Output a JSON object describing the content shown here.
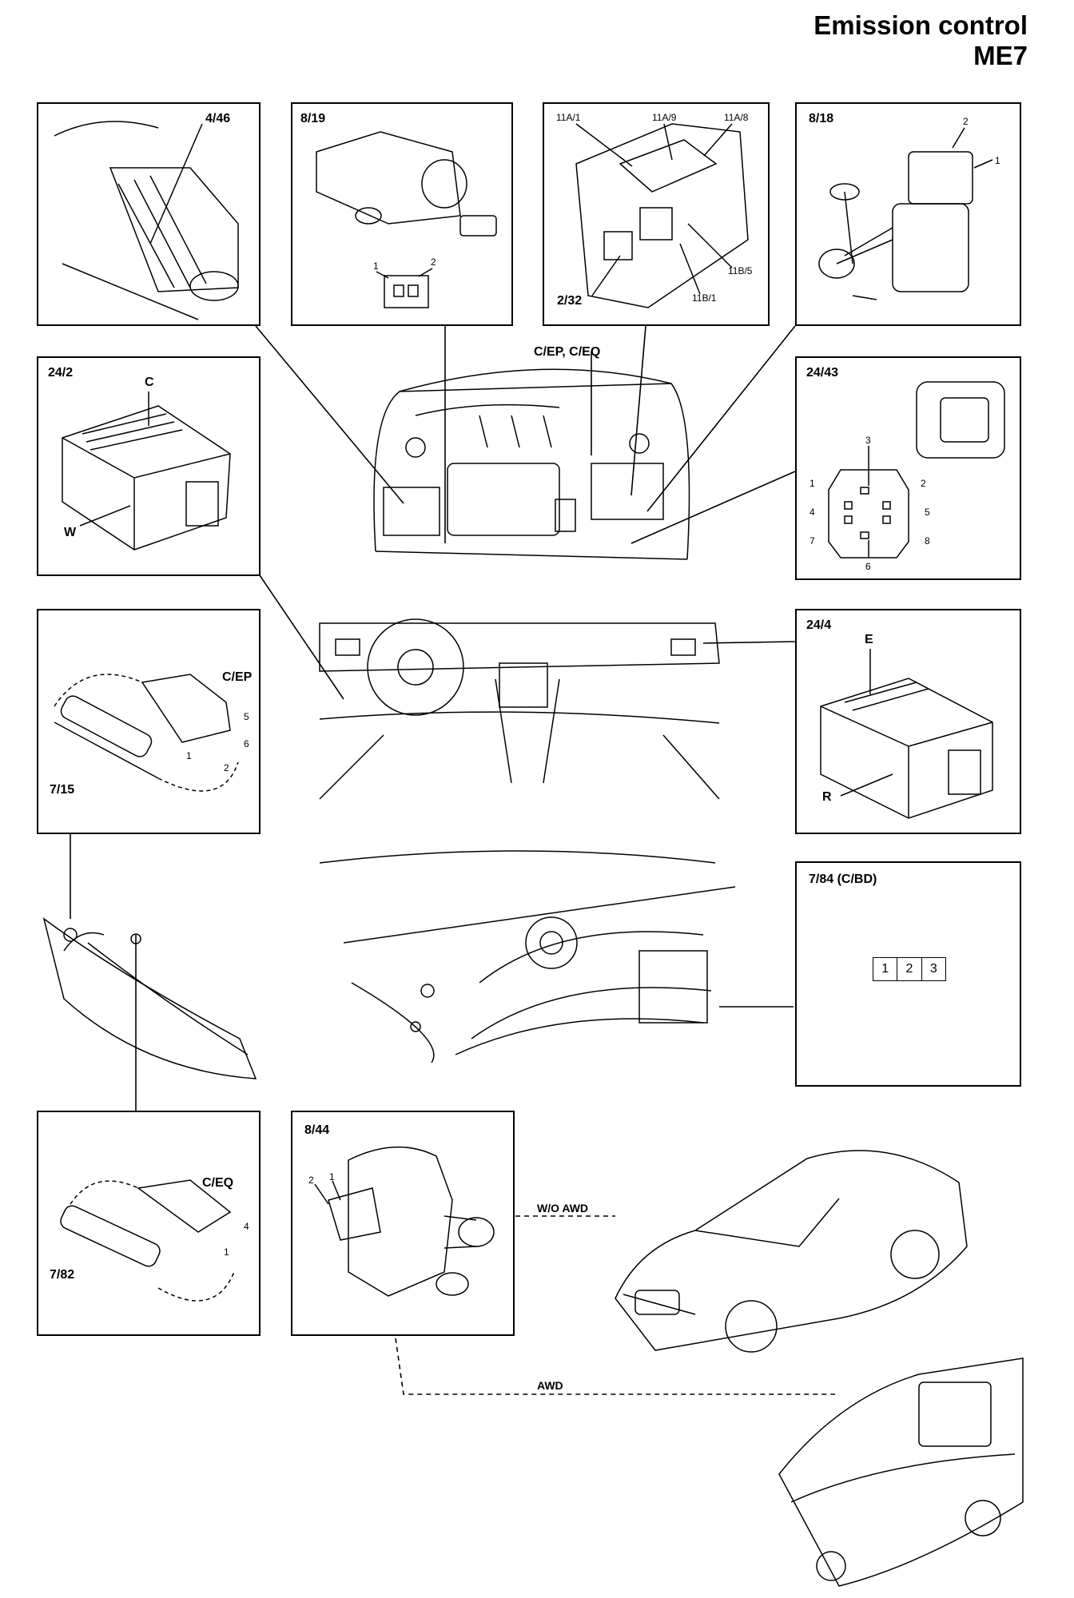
{
  "header": {
    "title": "Emission control",
    "subtitle": "ME7"
  },
  "panels": {
    "p446": {
      "code": "4/46"
    },
    "p819": {
      "code": "8/19",
      "pin1": "1",
      "pin2": "2"
    },
    "p11a": {
      "l1": "11A/1",
      "l2": "11A/9",
      "l3": "11A/8",
      "l4": "11B/5",
      "l5": "11B/1",
      "l6": "2/32"
    },
    "p818": {
      "code": "8/18",
      "pin1": "1",
      "pin2": "2"
    },
    "p242": {
      "code": "24/2",
      "c": "C",
      "w": "W"
    },
    "p2443": {
      "code": "24/43",
      "pins": [
        "1",
        "2",
        "3",
        "4",
        "5",
        "6",
        "7",
        "8"
      ]
    },
    "p715": {
      "code": "7/15",
      "conn": "C/EP",
      "pins": [
        "5",
        "6",
        "1",
        "2"
      ]
    },
    "p244": {
      "code": "24/4",
      "e": "E",
      "r": "R"
    },
    "p784": {
      "code": "7/84 (C/BD)",
      "pins": [
        "1",
        "2",
        "3"
      ]
    },
    "p782": {
      "code": "7/82",
      "conn": "C/EQ",
      "pins": [
        "4",
        "1"
      ]
    },
    "p844": {
      "code": "8/44",
      "pin2": "2",
      "pin1": "1"
    }
  },
  "callouts": {
    "engine_connectors": "C/EP, C/EQ",
    "wo_awd": "W/O AWD",
    "awd": "AWD"
  },
  "colors": {
    "ink": "#000000",
    "paper": "#ffffff"
  }
}
